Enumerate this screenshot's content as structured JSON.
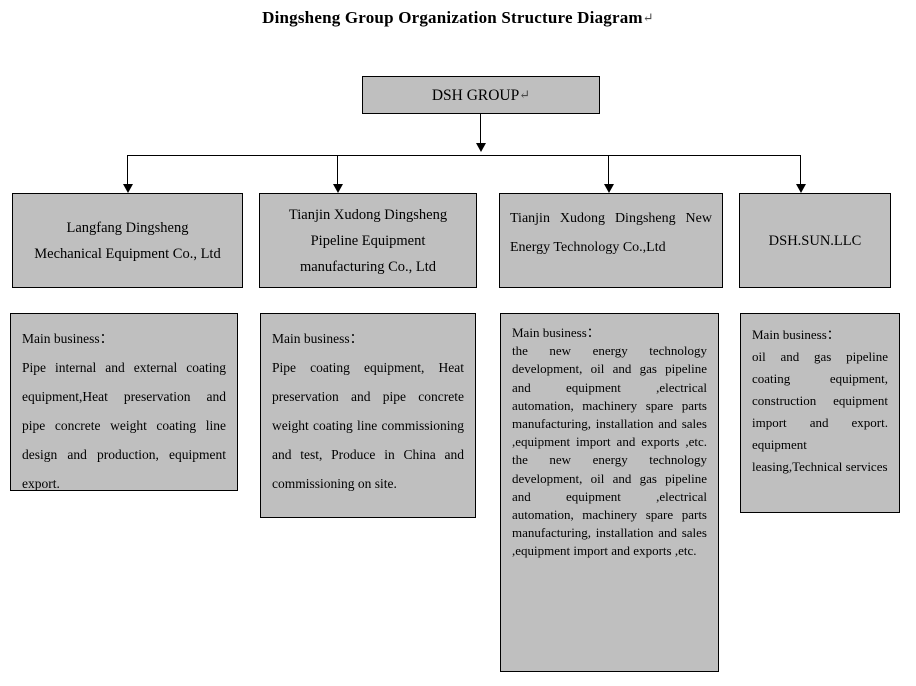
{
  "title": {
    "text": "Dingsheng Group Organization Structure Diagram",
    "trailing_mark": "↵"
  },
  "colors": {
    "box_fill": "#BFBFBF",
    "box_border": "#000000",
    "connector": "#000000",
    "page_background": "#FFFFFF",
    "text": "#000000"
  },
  "root": {
    "label": "DSH GROUP",
    "trailing_mark": "↵"
  },
  "units": [
    {
      "id": "langfang-dingsheng-mechanical",
      "name_lines": [
        "Langfang Dingsheng",
        "Mechanical Equipment Co., Ltd"
      ],
      "name_full": "Langfang Dingsheng Mechanical Equipment Co., Ltd",
      "description_heading": "Main business：",
      "description_body": "Pipe internal and external coating equipment,Heat preservation and pipe concrete weight coating line design and production, equipment export."
    },
    {
      "id": "tianjin-xudong-dingsheng-pipeline",
      "name_lines": [
        "Tianjin Xudong Dingsheng",
        "Pipeline Equipment",
        "manufacturing   Co., Ltd"
      ],
      "name_full": "Tianjin Xudong Dingsheng Pipeline Equipment manufacturing   Co., Ltd",
      "description_heading": "Main business：",
      "description_body": "Pipe coating equipment, Heat preservation and pipe concrete weight coating line commissioning and test, Produce in China and commissioning on site."
    },
    {
      "id": "tianjin-xudong-dingsheng-new-energy",
      "name_lines": [
        "Tianjin  Xudong  Dingsheng",
        "New  Energy  Technology",
        "Co.,Ltd"
      ],
      "name_full": "Tianjin Xudong Dingsheng New Energy Technology Co.,Ltd",
      "description_heading": "Main business：",
      "description_body": "the new energy technology development, oil and gas pipeline and equipment ,electrical automation, machinery spare parts manufacturing, installation and sales ,equipment import and exports ,etc. the new energy technology development, oil and gas pipeline and equipment ,electrical automation, machinery spare parts manufacturing, installation and sales ,equipment import and exports ,etc."
    },
    {
      "id": "dsh-sun-llc",
      "name_lines": [
        "DSH.SUN.LLC"
      ],
      "name_full": "DSH.SUN.LLC",
      "description_heading": "Main business：",
      "description_body": "oil and gas pipeline coating equipment, construction equipment import and export.  equipment leasing,Technical services"
    }
  ]
}
